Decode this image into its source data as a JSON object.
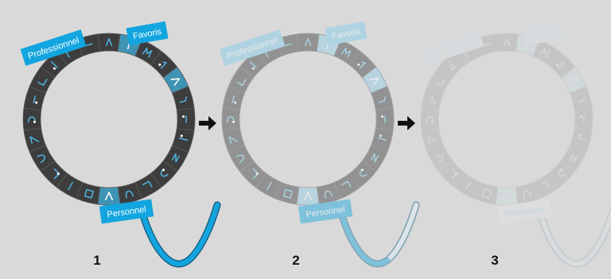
{
  "panels": [
    {
      "number": "1",
      "opacity": 1.0,
      "ring_color": "#3d3d3d",
      "active_segment_color": "#3f94b5",
      "glyph_color": "#4fb3e0",
      "labels": [
        {
          "role": "professional",
          "text": "Professionnel",
          "bg": "#12a5df",
          "fg": "#ffffff"
        },
        {
          "role": "favorites",
          "text": "Favoris",
          "bg": "#12a5df",
          "fg": "#ffffff"
        },
        {
          "role": "personal",
          "text": "Personnel",
          "bg": "#12a5df",
          "fg": "#ffffff"
        }
      ],
      "stroke_fill_fraction": 1.0
    },
    {
      "number": "2",
      "opacity": 0.45,
      "ring_color": "#3d3d3d",
      "active_segment_color": "#8fd0ea",
      "glyph_color": "#6fc2e6",
      "labels": [
        {
          "role": "professional",
          "text": "Professionnel",
          "bg": "#7fcdee",
          "fg": "#ffffff"
        },
        {
          "role": "favorites",
          "text": "Favoris",
          "bg": "#7fcdee",
          "fg": "#ffffff"
        },
        {
          "role": "personal",
          "text": "Personnel",
          "bg": "#12a5df",
          "fg": "#ffffff"
        }
      ],
      "stroke_fill_fraction": 0.55
    },
    {
      "number": "3",
      "opacity": 0.12,
      "ring_color": "#3d3d3d",
      "active_segment_color": "#a8dbf0",
      "glyph_color": "#9fd5ec",
      "labels": [
        {
          "role": "professional",
          "text": "Professionnel",
          "bg": "#d4eef9",
          "fg": "#ffffff"
        },
        {
          "role": "favorites",
          "text": "Favoris",
          "bg": "#d4eef9",
          "fg": "#ffffff"
        },
        {
          "role": "personal",
          "text": "Personnel",
          "bg": "#ffffff",
          "fg": "#12a5df"
        }
      ],
      "stroke_fill_fraction": 0.0
    }
  ],
  "arrows": [
    {
      "icon": "arrow-right-icon",
      "color": "#111111"
    },
    {
      "icon": "arrow-right-icon",
      "color": "#111111"
    }
  ],
  "colors": {
    "background": "#d9d9d9",
    "stroke_blue": "#12a5df",
    "stroke_outline": "#0a5a80",
    "stroke_light": "#dff2fb"
  }
}
